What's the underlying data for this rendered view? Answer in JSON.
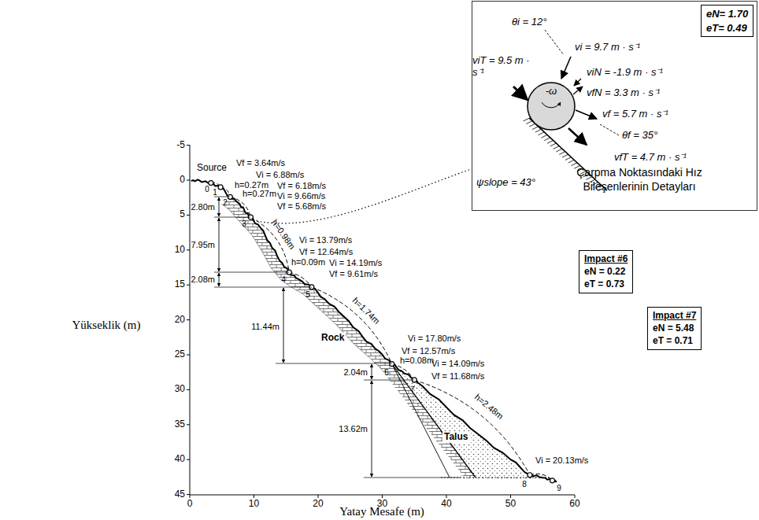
{
  "diagram": {
    "nodes": [
      {
        "text": [
          "Çarpma Noktasındaki Hız Bileşenlerinin Detayları"
        ]
      },
      {
        "text": [
          "eN= 1.70",
          "eT= 0.49"
        ],
        "in": 0
      },
      {
        "text": [
          "Impact #6",
          "eN = 0.22",
          "eT = 0.73"
        ]
      },
      {
        "text": [
          "Impact #7",
          "eN = 5.48",
          "eT = 0.71"
        ]
      }
    ],
    "labels": [
      "Source",
      "0",
      "1",
      "2",
      "3",
      "4",
      "5",
      "6",
      "7",
      "8",
      "9",
      "Vf = 3.64m/s",
      "Vi = 6.88m/s",
      "h=0.27m",
      "Vf = 6.18m/s",
      "h=0.27m",
      "Vi = 9.66m/s",
      "Vf = 5.68m/s",
      "2.80m",
      "h=0.98m",
      "7.95m",
      "Vi = 13.79m/s",
      "Vf = 12.64m/s",
      "Vi = 14.19m/s",
      "h=0.09m",
      "Vf = 9.61m/s",
      "2.08m",
      "h=1.74m",
      "11.44m",
      "Rock",
      "Vi = 17.80m/s",
      "Vf = 12.57m/s",
      "h=0.08m",
      "Vi = 14.09m/s",
      "Vf = 11.68m/s",
      "2.04m",
      "h=2.48m",
      "13.62m",
      "Talus",
      "Vi = 20.13m/s",
      "Yükseklik (m)",
      "Yatay Mesafe (m)",
      "-5",
      "0",
      "5",
      "10",
      "15",
      "20",
      "25",
      "30",
      "35",
      "40",
      "45",
      "0",
      "10",
      "20",
      "30",
      "40",
      "50",
      "60",
      "θi = 12°",
      "vi = 9.7 m · s⁻¹",
      "viT = 9.5 m · s⁻¹",
      "viN = -1.9 m · s⁻¹",
      "-ω",
      "vfN = 3.3 m · s⁻¹",
      "vf = 5.7 m · s⁻¹",
      "θf = 35°",
      "vfT = 4.7 m · s⁻¹",
      "ψslope = 43°"
    ]
  }
}
